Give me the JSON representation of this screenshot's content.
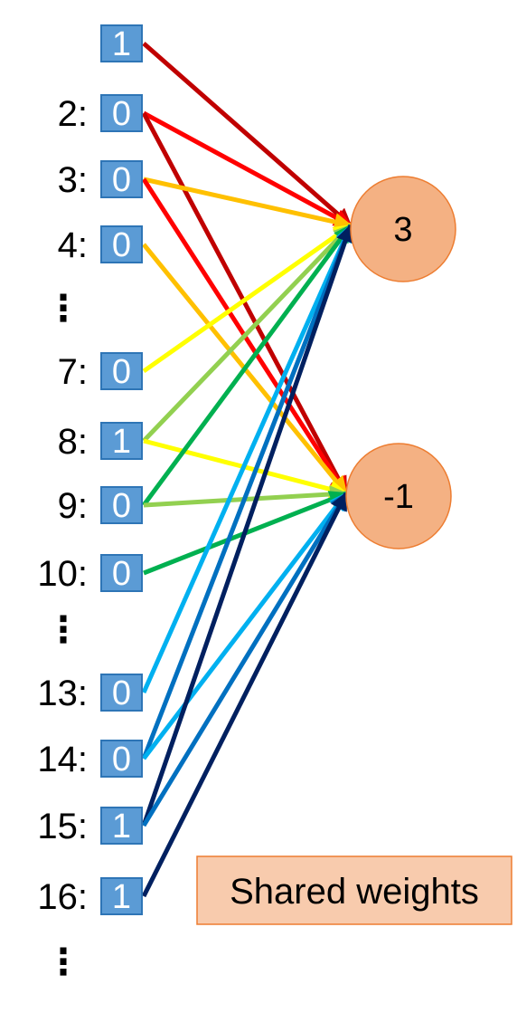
{
  "inputs": [
    {
      "label": "",
      "value": "1"
    },
    {
      "label": "2:",
      "value": "0"
    },
    {
      "label": "3:",
      "value": "0"
    },
    {
      "label": "4:",
      "value": "0"
    },
    {
      "label": "7:",
      "value": "0"
    },
    {
      "label": "8:",
      "value": "1"
    },
    {
      "label": "9:",
      "value": "0"
    },
    {
      "label": "10:",
      "value": "0"
    },
    {
      "label": "13:",
      "value": "0"
    },
    {
      "label": "14:",
      "value": "0"
    },
    {
      "label": "15:",
      "value": "1"
    },
    {
      "label": "16:",
      "value": "1"
    }
  ],
  "ellipsis": "⋮",
  "neurons": [
    {
      "value": "3"
    },
    {
      "value": "-1"
    }
  ],
  "legend": {
    "text": "Shared weights"
  },
  "colors": {
    "input_fill": "#5b9bd5",
    "neuron_fill": "#f4b183",
    "legend_fill": "#f8cbad",
    "weights": [
      "#c00000",
      "#ff0000",
      "#ffc000",
      "#ffff00",
      "#92d050",
      "#00b050",
      "#00b0f0",
      "#0070c0",
      "#002060"
    ]
  },
  "connections": [
    {
      "from": 0,
      "to": 0,
      "color": 0
    },
    {
      "from": 1,
      "to": 0,
      "color": 1
    },
    {
      "from": 1,
      "to": 1,
      "color": 0
    },
    {
      "from": 2,
      "to": 0,
      "color": 2
    },
    {
      "from": 2,
      "to": 1,
      "color": 1
    },
    {
      "from": 3,
      "to": 1,
      "color": 2
    },
    {
      "from": 4,
      "to": 0,
      "color": 3
    },
    {
      "from": 5,
      "to": 0,
      "color": 4
    },
    {
      "from": 5,
      "to": 1,
      "color": 3
    },
    {
      "from": 6,
      "to": 0,
      "color": 5
    },
    {
      "from": 6,
      "to": 1,
      "color": 4
    },
    {
      "from": 7,
      "to": 1,
      "color": 5
    },
    {
      "from": 8,
      "to": 0,
      "color": 6
    },
    {
      "from": 9,
      "to": 0,
      "color": 7
    },
    {
      "from": 9,
      "to": 1,
      "color": 6
    },
    {
      "from": 10,
      "to": 0,
      "color": 8
    },
    {
      "from": 10,
      "to": 1,
      "color": 7
    },
    {
      "from": 11,
      "to": 1,
      "color": 8
    }
  ]
}
